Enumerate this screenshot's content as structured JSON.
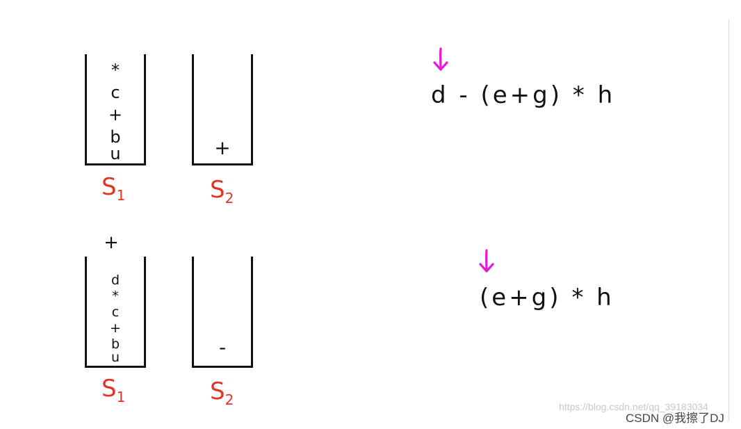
{
  "top_row": {
    "s1": {
      "label": "S",
      "label_sub": "1",
      "items_bottom_to_top": [
        "u",
        "b",
        "+",
        "c",
        "*"
      ]
    },
    "s2": {
      "label": "S",
      "label_sub": "2",
      "items": [
        "+"
      ]
    },
    "expression": "d - (e+g) * h"
  },
  "bottom_row": {
    "s1": {
      "label": "S",
      "label_sub": "1",
      "items_bottom_to_top": [
        "u",
        "b",
        "+",
        "c",
        "*",
        "d"
      ],
      "above_stack": "+"
    },
    "s2": {
      "label": "S",
      "label_sub": "2",
      "items": [
        "-"
      ]
    },
    "expression": "(e+g) * h"
  },
  "pointer_color": "#e619d6",
  "label_color": "#e03526",
  "watermark": "https://blog.csdn.net/qq_39183034",
  "credit": "CSDN @我擦了DJ"
}
